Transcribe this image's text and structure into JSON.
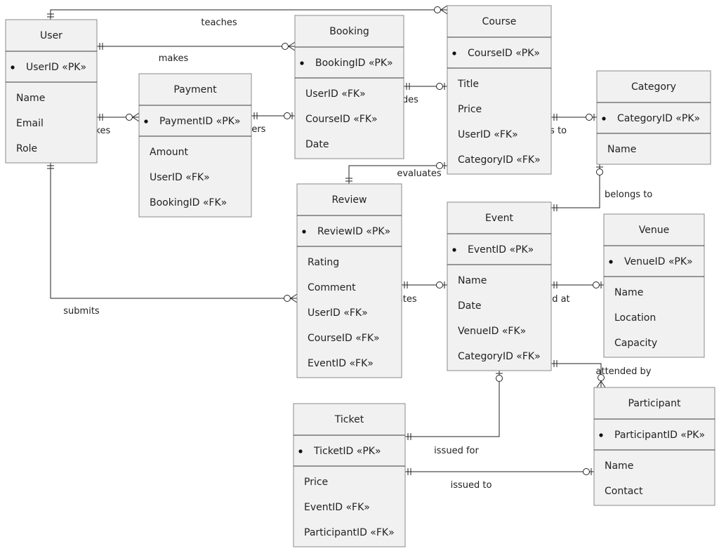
{
  "entities": [
    {
      "id": "user",
      "name": "User",
      "pk": [
        "UserID «PK»"
      ],
      "attrs": [
        "Name",
        "Email",
        "Role"
      ]
    },
    {
      "id": "booking",
      "name": "Booking",
      "pk": [
        "BookingID «PK»"
      ],
      "attrs": [
        "UserID «FK»",
        "CourseID «FK»",
        "Date"
      ]
    },
    {
      "id": "course",
      "name": "Course",
      "pk": [
        "CourseID «PK»"
      ],
      "attrs": [
        "Title",
        "Price",
        "UserID «FK»",
        "CategoryID «FK»"
      ]
    },
    {
      "id": "payment",
      "name": "Payment",
      "pk": [
        "PaymentID «PK»"
      ],
      "attrs": [
        "Amount",
        "UserID «FK»",
        "BookingID «FK»"
      ]
    },
    {
      "id": "category",
      "name": "Category",
      "pk": [
        "CategoryID «PK»"
      ],
      "attrs": [
        "Name"
      ]
    },
    {
      "id": "review",
      "name": "Review",
      "pk": [
        "ReviewID «PK»"
      ],
      "attrs": [
        "Rating",
        "Comment",
        "UserID «FK»",
        "CourseID «FK»",
        "EventID «FK»"
      ]
    },
    {
      "id": "event",
      "name": "Event",
      "pk": [
        "EventID «PK»"
      ],
      "attrs": [
        "Name",
        "Date",
        "VenueID «FK»",
        "CategoryID «FK»"
      ]
    },
    {
      "id": "venue",
      "name": "Venue",
      "pk": [
        "VenueID «PK»"
      ],
      "attrs": [
        "Name",
        "Location",
        "Capacity"
      ]
    },
    {
      "id": "ticket",
      "name": "Ticket",
      "pk": [
        "TicketID «PK»"
      ],
      "attrs": [
        "Price",
        "EventID «FK»",
        "ParticipantID «FK»"
      ]
    },
    {
      "id": "participant",
      "name": "Participant",
      "pk": [
        "ParticipantID «PK»"
      ],
      "attrs": [
        "Name",
        "Contact"
      ]
    }
  ],
  "relationships": [
    {
      "id": "teaches",
      "label": "teaches",
      "from": "user",
      "to": "course",
      "from_card": "one",
      "to_card": "zero-or-many"
    },
    {
      "id": "user-makes-booking",
      "label": "makes",
      "from": "user",
      "to": "booking",
      "from_card": "one",
      "to_card": "zero-or-many"
    },
    {
      "id": "user-makes-payment",
      "label": "makes",
      "from": "user",
      "to": "payment",
      "from_card": "one",
      "to_card": "zero-or-many"
    },
    {
      "id": "covers",
      "label": "covers",
      "from": "payment",
      "to": "booking",
      "from_card": "one",
      "to_card": "zero-or-one"
    },
    {
      "id": "includes",
      "label": "includes",
      "from": "booking",
      "to": "course",
      "from_card": "one",
      "to_card": "zero-or-one"
    },
    {
      "id": "course-belongs-to",
      "label": "belongs to",
      "from": "course",
      "to": "category",
      "from_card": "one",
      "to_card": "zero-or-one"
    },
    {
      "id": "review-evaluates-course",
      "label": "evaluates",
      "from": "review",
      "to": "course",
      "from_card": "one",
      "to_card": "zero-or-one"
    },
    {
      "id": "event-belongs-to",
      "label": "belongs to",
      "from": "event",
      "to": "category",
      "from_card": "one",
      "to_card": "zero-or-one"
    },
    {
      "id": "submits",
      "label": "submits",
      "from": "user",
      "to": "review",
      "from_card": "one",
      "to_card": "zero-or-many"
    },
    {
      "id": "review-evaluates-event",
      "label": "evaluates",
      "from": "review",
      "to": "event",
      "from_card": "one",
      "to_card": "zero-or-one"
    },
    {
      "id": "held-at",
      "label": "held at",
      "from": "event",
      "to": "venue",
      "from_card": "one",
      "to_card": "zero-or-one"
    },
    {
      "id": "attended-by",
      "label": "attended by",
      "from": "event",
      "to": "participant",
      "from_card": "one",
      "to_card": "zero-or-many"
    },
    {
      "id": "issued-for",
      "label": "issued for",
      "from": "ticket",
      "to": "event",
      "from_card": "one",
      "to_card": "zero-or-one"
    },
    {
      "id": "issued-to",
      "label": "issued to",
      "from": "ticket",
      "to": "participant",
      "from_card": "one",
      "to_card": "zero-or-one"
    }
  ]
}
